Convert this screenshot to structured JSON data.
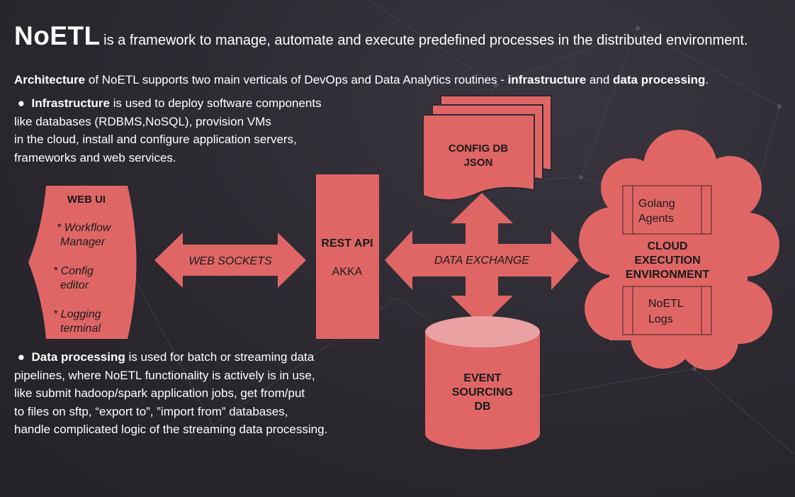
{
  "header": {
    "brand": "NoETL",
    "tagline": "is a framework to manage, automate and execute predefined processes in the distributed environment."
  },
  "architecture": {
    "w1": "Architecture",
    "t1": " of NoETL supports two main verticals of DevOps and Data Analytics routines - ",
    "w2": "infrastructure",
    "t2": " and ",
    "w3": "data processing",
    "t3": "."
  },
  "infrastructure": {
    "bullet": "●",
    "term": "Infrastructure",
    "line1": " is used to deploy software components",
    "line2": "like databases (RDBMS,NoSQL), provision VMs",
    "line3": "in the cloud, install and configure application servers,",
    "line4": "frameworks and web services."
  },
  "data_processing": {
    "bullet": "●",
    "term": "Data processing",
    "line1": " is used for batch or streaming data",
    "line2": "pipelines, where NoETL functionality is actively is in use,",
    "line3": "like submit hadoop/spark application jobs, get from/put",
    "line4": "to files on sftp, “export to”, ”import from” databases,",
    "line5": "handle complicated logic of the streaming data processing."
  },
  "diagram": {
    "web_ui": {
      "title": "WEB UI",
      "item1a": "* Workflow",
      "item1b": "Manager",
      "item2a": "* Config",
      "item2b": "editor",
      "item3a": "* Logging",
      "item3b": "terminal"
    },
    "web_sockets": "WEB SOCKETS",
    "rest_api": {
      "title": "REST API",
      "sub": "AKKA"
    },
    "data_exchange": "DATA EXCHANGE",
    "config_db": {
      "line1": "CONFIG DB",
      "line2": "JSON"
    },
    "event_db": {
      "line1": "EVENT",
      "line2": "SOURCING",
      "line3": "DB"
    },
    "cloud": {
      "line1": "CLOUD",
      "line2": "EXECUTION",
      "line3": "ENVIRONMENT",
      "agents1": "Golang",
      "agents2": "Agents",
      "logs1": "NoETL",
      "logs2": "Logs"
    },
    "colors": {
      "shape_fill": "#e06666",
      "cylinder_top": "#eaa1a1",
      "background": "#2b2830"
    }
  }
}
